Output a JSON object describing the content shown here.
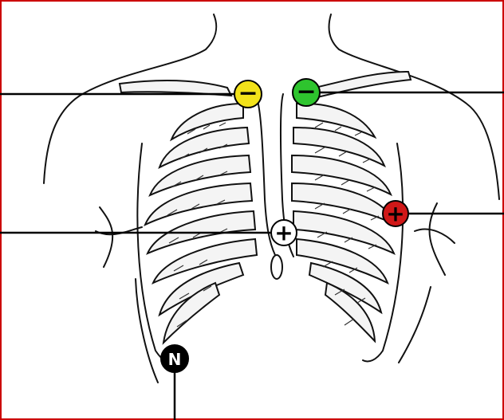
{
  "frame_color": "#cc0000",
  "electrodes": [
    {
      "id": "right-arm",
      "sign": "−",
      "color": "#f2e21a",
      "text_color": "#000000",
      "icon": "minus-icon"
    },
    {
      "id": "left-arm",
      "sign": "−",
      "color": "#2ec42e",
      "text_color": "#000000",
      "icon": "minus-icon"
    },
    {
      "id": "left-chest",
      "sign": "+",
      "color": "#d01818",
      "text_color": "#000000",
      "icon": "plus-icon"
    },
    {
      "id": "center-chest",
      "sign": "+",
      "color": "#ffffff",
      "text_color": "#000000",
      "icon": "plus-icon"
    },
    {
      "id": "neutral",
      "sign": "N",
      "color": "#000000",
      "text_color": "#ffffff",
      "icon": "neutral-letter"
    }
  ]
}
